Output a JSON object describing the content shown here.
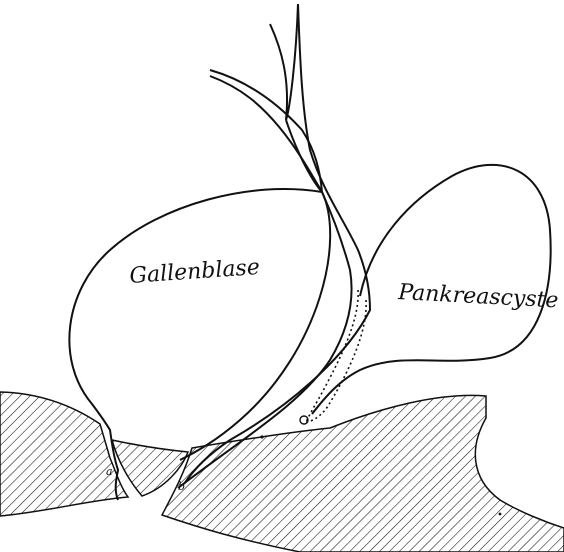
{
  "labels": {
    "gallbladder": "Gallenblase",
    "pancreatic_cyst": "Pankreascyste",
    "marker_a": "a",
    "marker_b": "b"
  },
  "colors": {
    "ink": "#111111",
    "background": "#ffffff"
  }
}
